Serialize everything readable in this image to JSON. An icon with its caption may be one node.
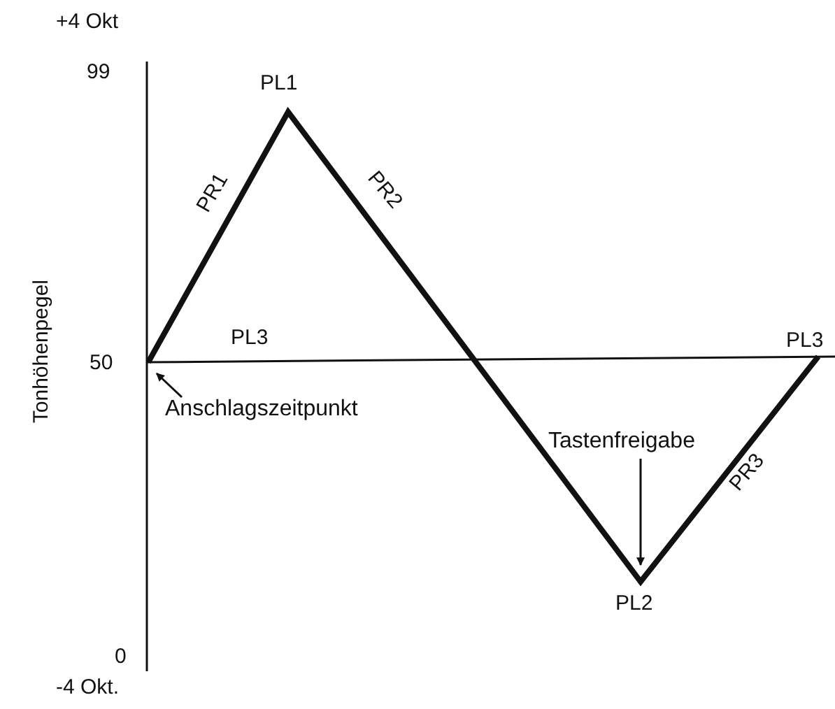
{
  "diagram": {
    "nodes": [
      {
        "text": [
          "Anschlagszeitpunkt"
        ]
      },
      {
        "text": [
          "Tastenfreigabe"
        ]
      }
    ],
    "edges": [
      {
        "from": 0,
        "to": null,
        "arrow": "to"
      },
      {
        "from": 1,
        "to": null,
        "arrow": "to"
      }
    ],
    "labels": [
      "+4 Okt",
      "99",
      "PL1",
      "PR1",
      "PR2",
      "Tonhöhenpegel",
      "50",
      "PL3",
      "PL3",
      "PR3",
      "PL2",
      "0",
      "-4 Okt."
    ]
  }
}
